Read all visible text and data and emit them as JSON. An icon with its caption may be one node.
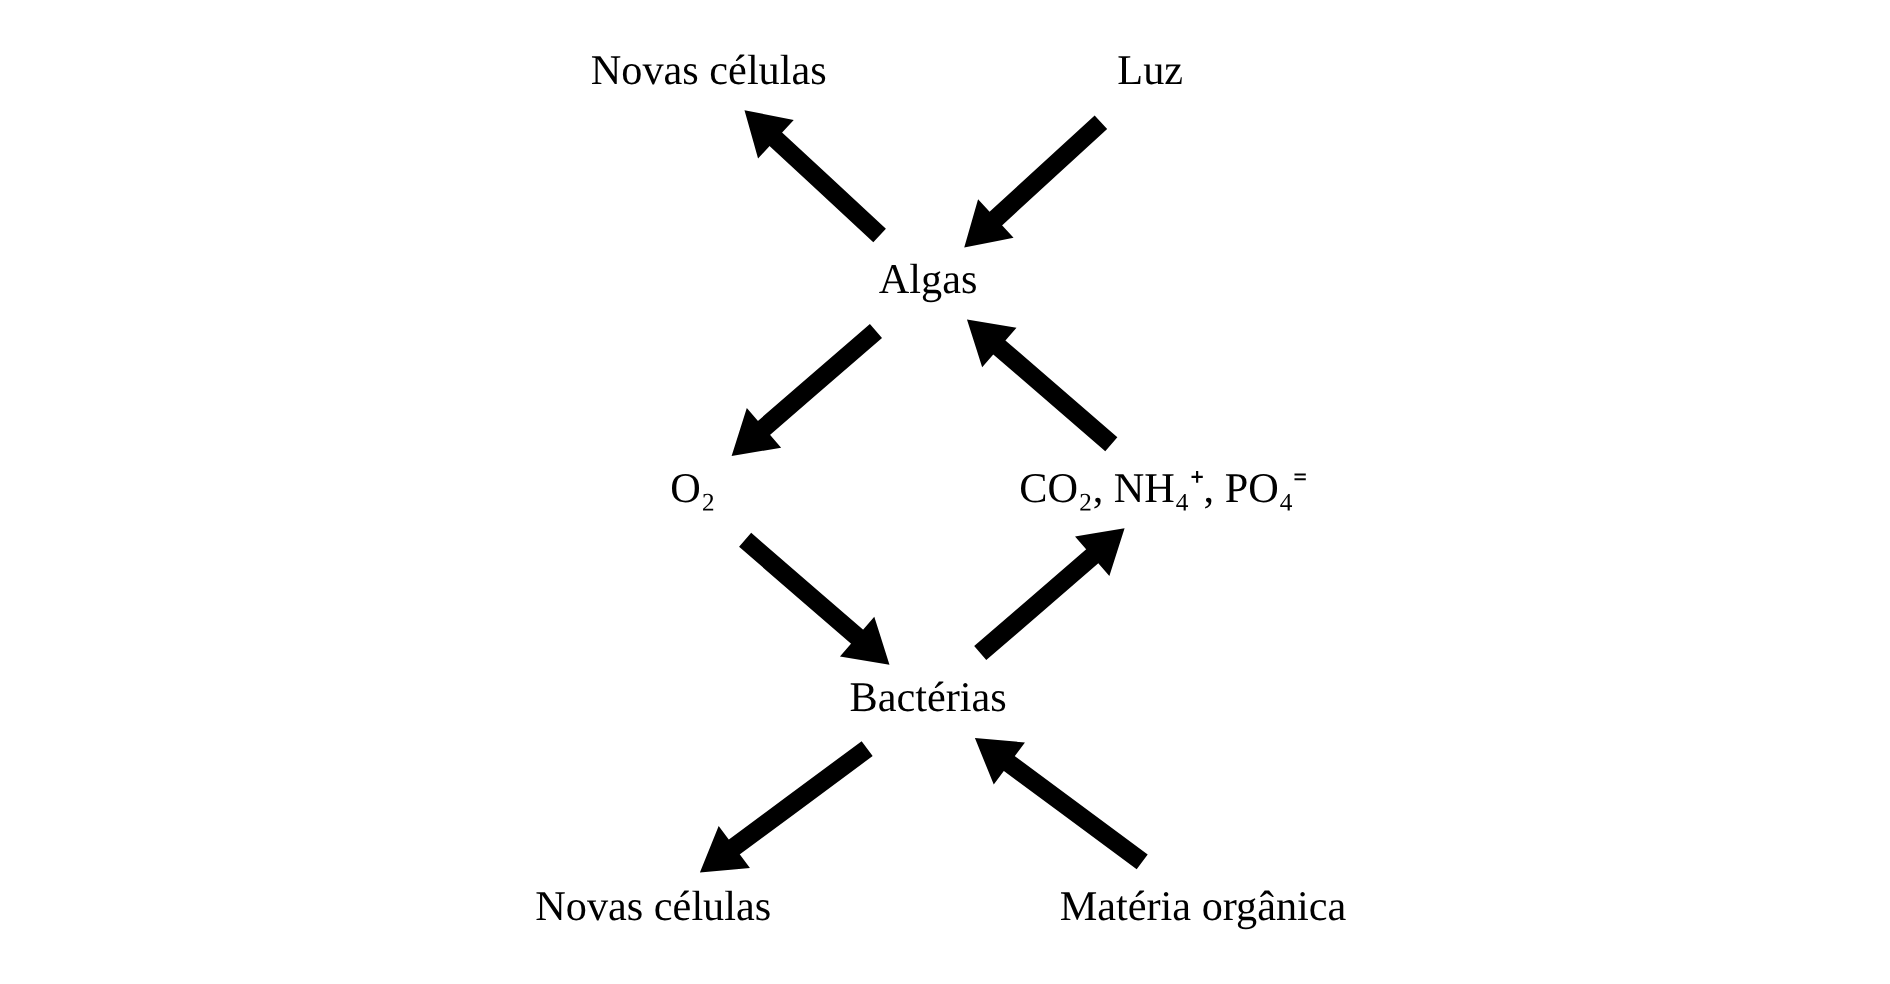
{
  "diagram": {
    "nodes": [
      {
        "text": [
          "Novas células"
        ]
      },
      {
        "text": [
          "Luz"
        ]
      },
      {
        "text": [
          "Algas"
        ]
      },
      {
        "text": [
          "O₂"
        ]
      },
      {
        "text": [
          "CO₂, NH₄⁺, PO₄⁼"
        ]
      },
      {
        "text": [
          "Bactérias"
        ]
      },
      {
        "text": [
          "Matéria orgânica"
        ]
      },
      {
        "text": [
          "Novas células"
        ]
      }
    ],
    "edges": [
      {
        "from": 1,
        "to": 2,
        "arrow": "to"
      },
      {
        "from": 2,
        "to": 0,
        "arrow": "to"
      },
      {
        "from": 2,
        "to": 3,
        "arrow": "to"
      },
      {
        "from": 4,
        "to": 2,
        "arrow": "to"
      },
      {
        "from": 3,
        "to": 5,
        "arrow": "to"
      },
      {
        "from": 6,
        "to": 5,
        "arrow": "to"
      },
      {
        "from": 5,
        "to": 4,
        "arrow": "to"
      },
      {
        "from": 5,
        "to": 7,
        "arrow": "to"
      }
    ]
  }
}
